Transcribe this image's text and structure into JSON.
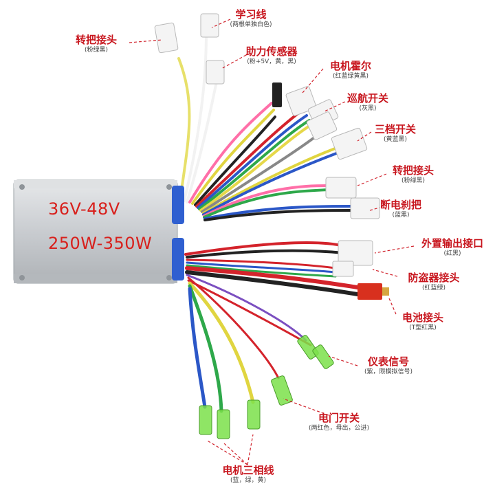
{
  "controller": {
    "voltage": "36V-48V",
    "power": "250W-350W",
    "body_color": "#c9ccd0"
  },
  "labels": [
    {
      "id": "learn",
      "main": "学习线",
      "sub": "(两根单独白色)"
    },
    {
      "id": "throttle1",
      "main": "转把接头",
      "sub": "(粉绿黑)"
    },
    {
      "id": "assist",
      "main": "助力传感器",
      "sub": "(粉+5V，黄，黑)"
    },
    {
      "id": "hall",
      "main": "电机霍尔",
      "sub": "(红蓝绿黄黑)"
    },
    {
      "id": "cruise",
      "main": "巡航开关",
      "sub": "(灰黑)"
    },
    {
      "id": "gear",
      "main": "三档开关",
      "sub": "(黄蓝黑)"
    },
    {
      "id": "throttle2",
      "main": "转把接头",
      "sub": "(粉绿黑)"
    },
    {
      "id": "brake",
      "main": "断电刹把",
      "sub": "(蓝黑)"
    },
    {
      "id": "output",
      "main": "外置输出接口",
      "sub": "(红黑)"
    },
    {
      "id": "alarm",
      "main": "防盗器接头",
      "sub": "(红蓝绿)"
    },
    {
      "id": "battery",
      "main": "电池接头",
      "sub": "(T型红黑)"
    },
    {
      "id": "meter",
      "main": "仪表信号",
      "sub": "(紫，限模拟信号)"
    },
    {
      "id": "door",
      "main": "电门开关",
      "sub": "(两红色，母出，公进)"
    },
    {
      "id": "phase",
      "main": "电机三相线",
      "sub": "(蓝，绿，黄)"
    }
  ],
  "colors": {
    "label": "#c8161e",
    "leader": "#d0202a",
    "terminal_green": "#7be04a"
  }
}
